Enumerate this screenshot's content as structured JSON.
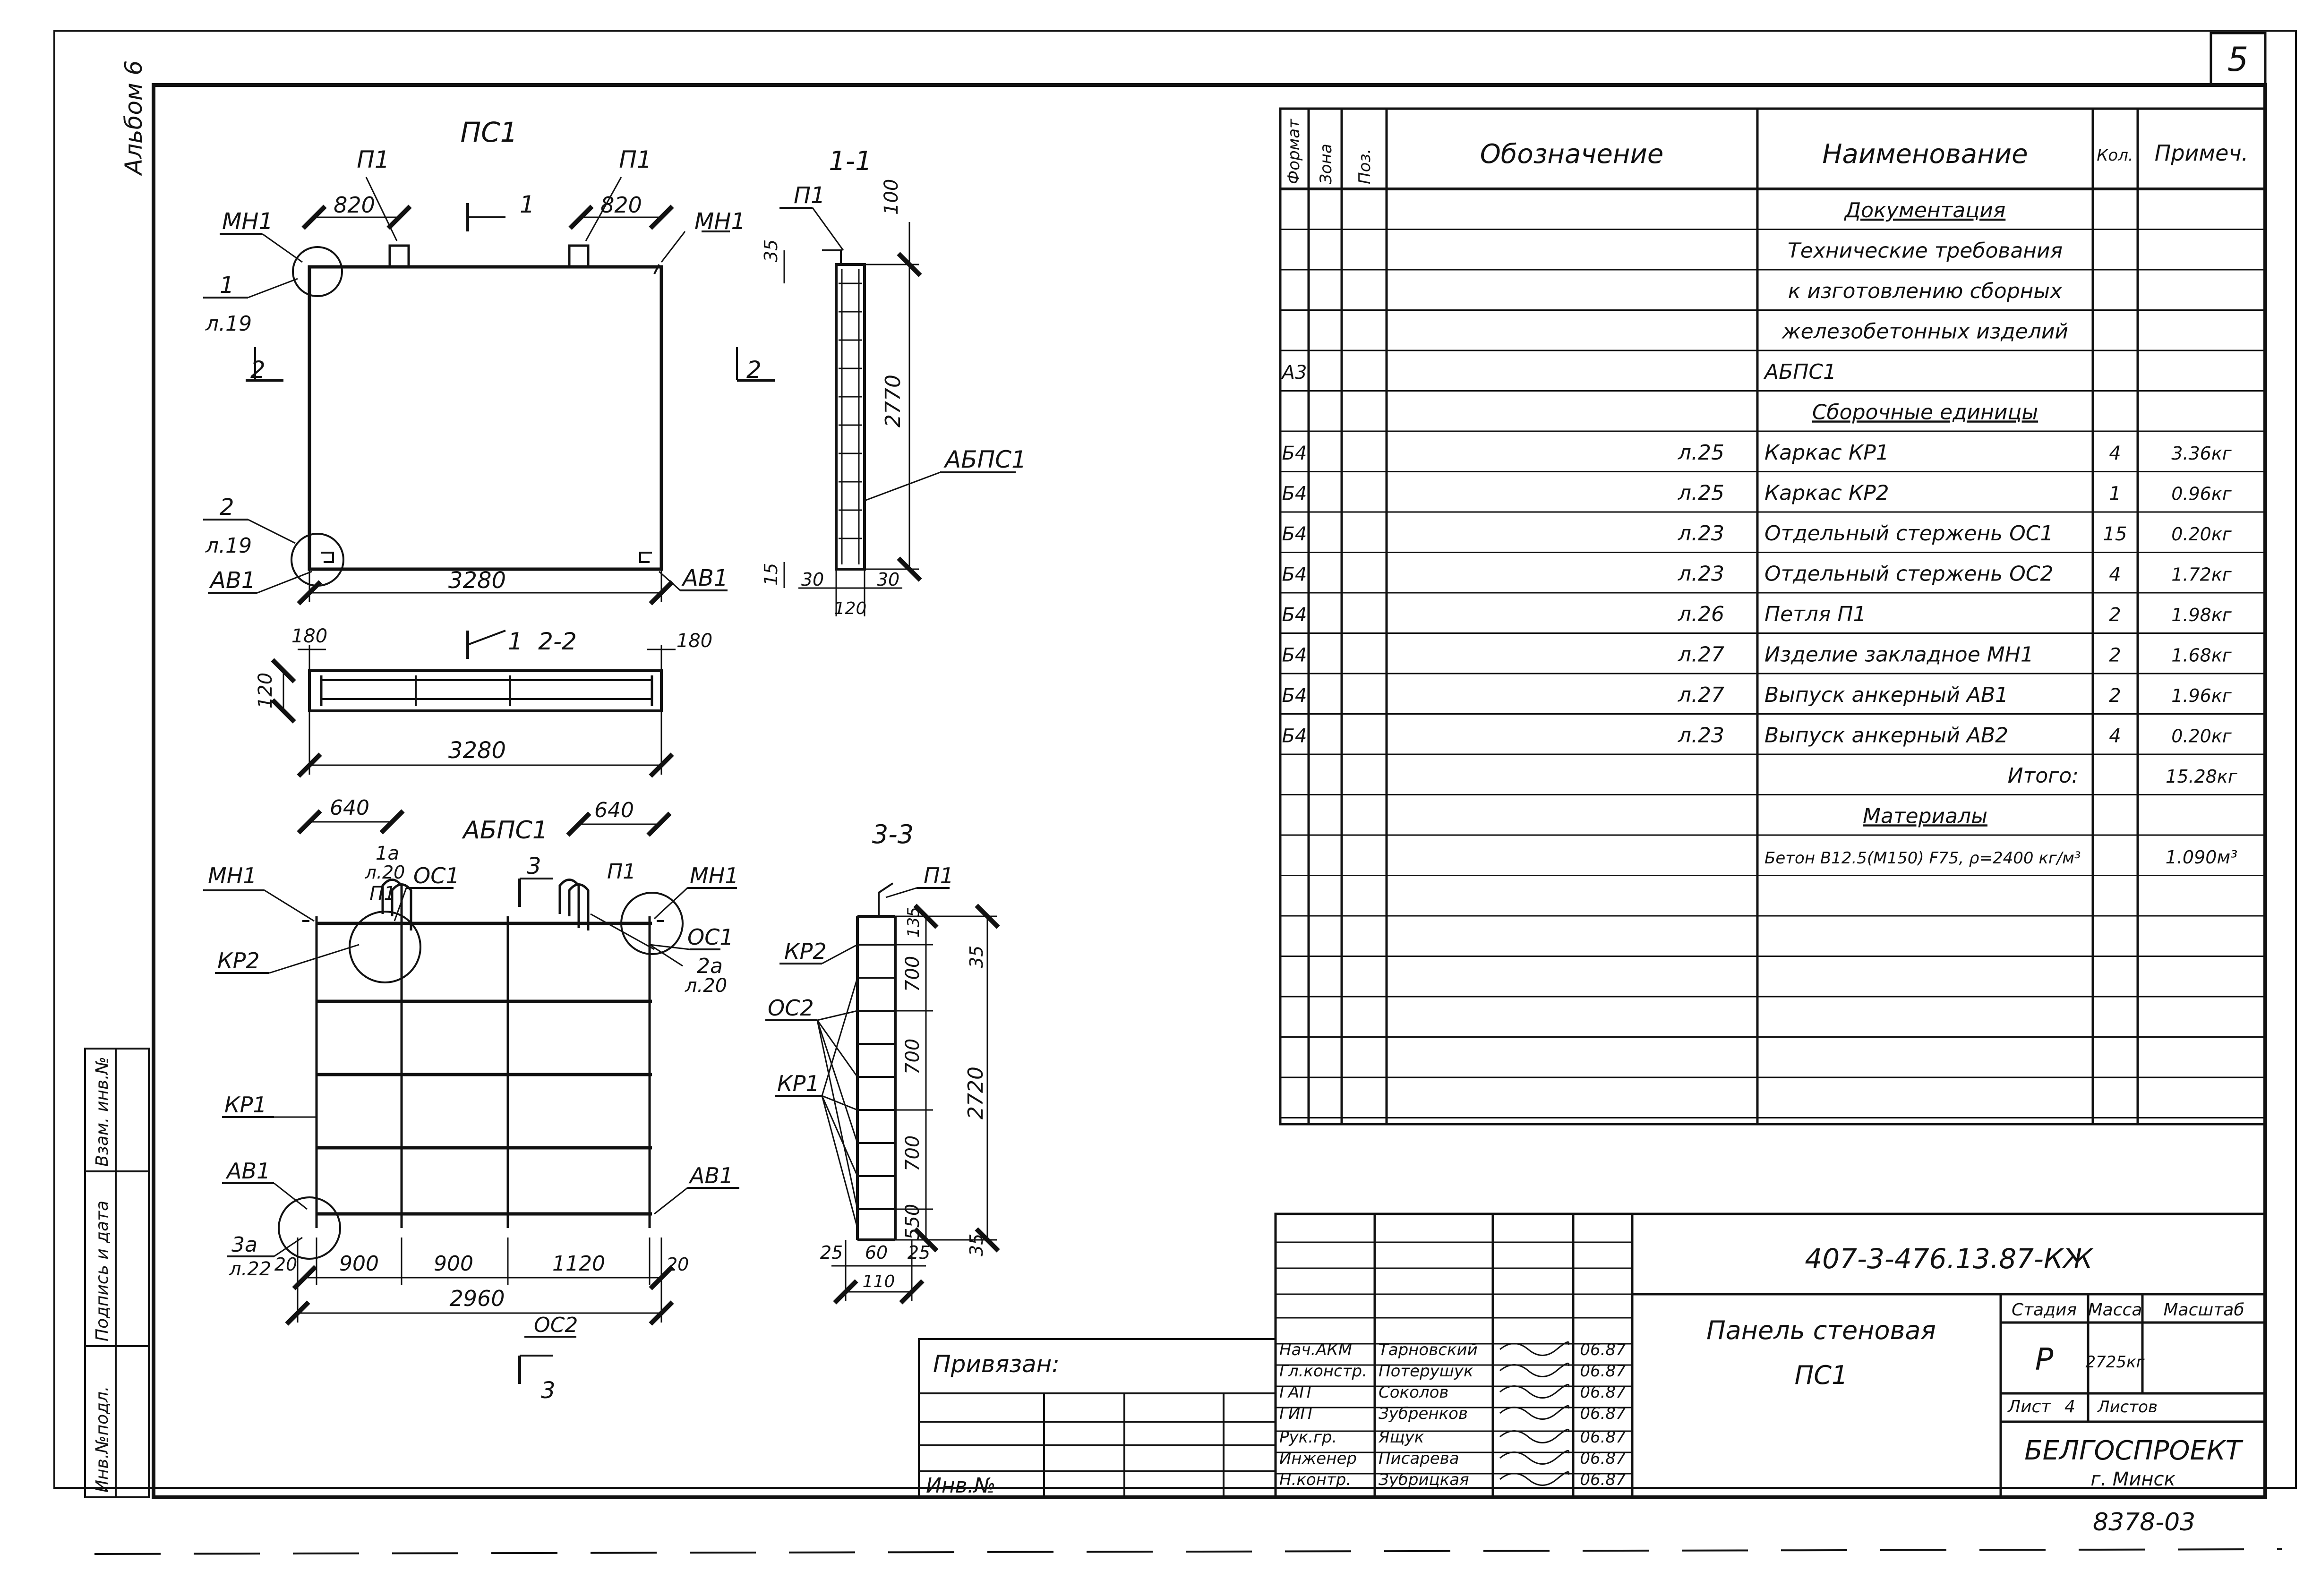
{
  "sheet": {
    "page_number": "5",
    "album_label": "Альбом 6",
    "archive_number": "8378-03",
    "side_stamp": {
      "inv_no_orig": "Инв.№подл.",
      "signature_date": "Подпись и дата",
      "replacement_inv": "Взам. инв.№"
    }
  },
  "drawing": {
    "ps1_title": "ПС1",
    "p1": "П1",
    "mn1": "МН1",
    "ab1": "АВ1",
    "dim_820": "820",
    "dim_3280": "3280",
    "dim_180": "180",
    "dim_120": "120",
    "dim_2770": "2770",
    "dim_100": "100",
    "dim_35": "35",
    "dim_30": "30",
    "dim_15": "15",
    "dim_640": "640",
    "dim_900": "900",
    "dim_1120": "1120",
    "dim_20": "20",
    "dim_2960": "2960",
    "dim_700": "700",
    "dim_550": "550",
    "dim_2720": "2720",
    "dim_25": "25",
    "dim_60": "60",
    "dim_110": "110",
    "dim_135": "135",
    "section_1": "1",
    "section_2": "2",
    "section_3": "3",
    "section_11": "1-1",
    "section_22": "2-2",
    "section_33": "3-3",
    "node1": "1",
    "node2": "2",
    "node_sheet19": "л.19",
    "abps1": "АБПС1",
    "kp1": "КР1",
    "kp2": "КР2",
    "oc1": "ОС1",
    "oc2": "ОС2",
    "node_1a": "1а",
    "node_2a": "2а",
    "node_3a": "3а",
    "sheet20": "л.20",
    "sheet22": "л.22"
  },
  "spec": {
    "headers": {
      "format": "Формат",
      "zone": "Зона",
      "pos": "Поз.",
      "designation": "Обозначение",
      "name": "Наименование",
      "qty": "Кол.",
      "note": "Примеч."
    },
    "rows": [
      {
        "format": "",
        "designation": "",
        "name": "Документация",
        "qty": "",
        "note": "",
        "underline": true
      },
      {
        "format": "",
        "designation": "",
        "name": "Технические требования",
        "qty": "",
        "note": ""
      },
      {
        "format": "",
        "designation": "",
        "name": "к изготовлению сборных",
        "qty": "",
        "note": ""
      },
      {
        "format": "",
        "designation": "",
        "name": "железобетонных изделий",
        "qty": "",
        "note": ""
      },
      {
        "format": "А3",
        "designation": "",
        "name": "АБПС1",
        "qty": "",
        "note": ""
      },
      {
        "format": "",
        "designation": "",
        "name": "Сборочные единицы",
        "qty": "",
        "note": "",
        "underline": true
      },
      {
        "format": "Б4",
        "designation": "л.25",
        "name": "Каркас КР1",
        "qty": "4",
        "note": "3.36кг"
      },
      {
        "format": "Б4",
        "designation": "л.25",
        "name": "Каркас КР2",
        "qty": "1",
        "note": "0.96кг"
      },
      {
        "format": "Б4",
        "designation": "л.23",
        "name": "Отдельный стержень ОС1",
        "qty": "15",
        "note": "0.20кг"
      },
      {
        "format": "Б4",
        "designation": "л.23",
        "name": "Отдельный стержень ОС2",
        "qty": "4",
        "note": "1.72кг"
      },
      {
        "format": "Б4",
        "designation": "л.26",
        "name": "Петля П1",
        "qty": "2",
        "note": "1.98кг"
      },
      {
        "format": "Б4",
        "designation": "л.27",
        "name": "Изделие закладное МН1",
        "qty": "2",
        "note": "1.68кг"
      },
      {
        "format": "Б4",
        "designation": "л.27",
        "name": "Выпуск анкерный АВ1",
        "qty": "2",
        "note": "1.96кг"
      },
      {
        "format": "Б4",
        "designation": "л.23",
        "name": "Выпуск анкерный АВ2",
        "qty": "4",
        "note": "0.20кг"
      },
      {
        "format": "",
        "designation": "",
        "name": "Итого:",
        "qty": "",
        "note": "15.28кг",
        "total": true
      },
      {
        "format": "",
        "designation": "",
        "name": "Материалы",
        "qty": "",
        "note": "",
        "underline": true
      },
      {
        "format": "",
        "designation": "",
        "name": "Бетон В12.5(М150) F75, ρ=2400 кг/м³",
        "qty": "",
        "note": "1.090м³"
      }
    ]
  },
  "title_block": {
    "doc_code": "407-3-476.13.87-КЖ",
    "title_line1": "Панель стеновая",
    "title_line2": "ПС1",
    "stage_label": "Стадия",
    "stage": "Р",
    "mass_label": "Масса",
    "mass": "2725кг",
    "scale_label": "Масштаб",
    "sheet_label": "Лист",
    "sheet_no": "4",
    "sheets_label": "Листов",
    "org": "БЕЛГОСПРОЕКТ",
    "city": "г. Минск",
    "tie_label": "Привязан:",
    "inv_label": "Инв.№",
    "signatures": [
      {
        "role": "Нач.АКМ",
        "name": "Тарновский",
        "date": "06.87"
      },
      {
        "role": "Гл.констр.",
        "name": "Потерушук",
        "date": "06.87"
      },
      {
        "role": "ГАП",
        "name": "Соколов",
        "date": "06.87"
      },
      {
        "role": "ГИП",
        "name": "Зубренков",
        "date": "06.87"
      },
      {
        "role": "Рук.гр.",
        "name": "Ящук",
        "date": "06.87"
      },
      {
        "role": "Инженер",
        "name": "Писарева",
        "date": "06.87"
      },
      {
        "role": "Н.контр.",
        "name": "Зубрицкая",
        "date": "06.87"
      }
    ]
  }
}
